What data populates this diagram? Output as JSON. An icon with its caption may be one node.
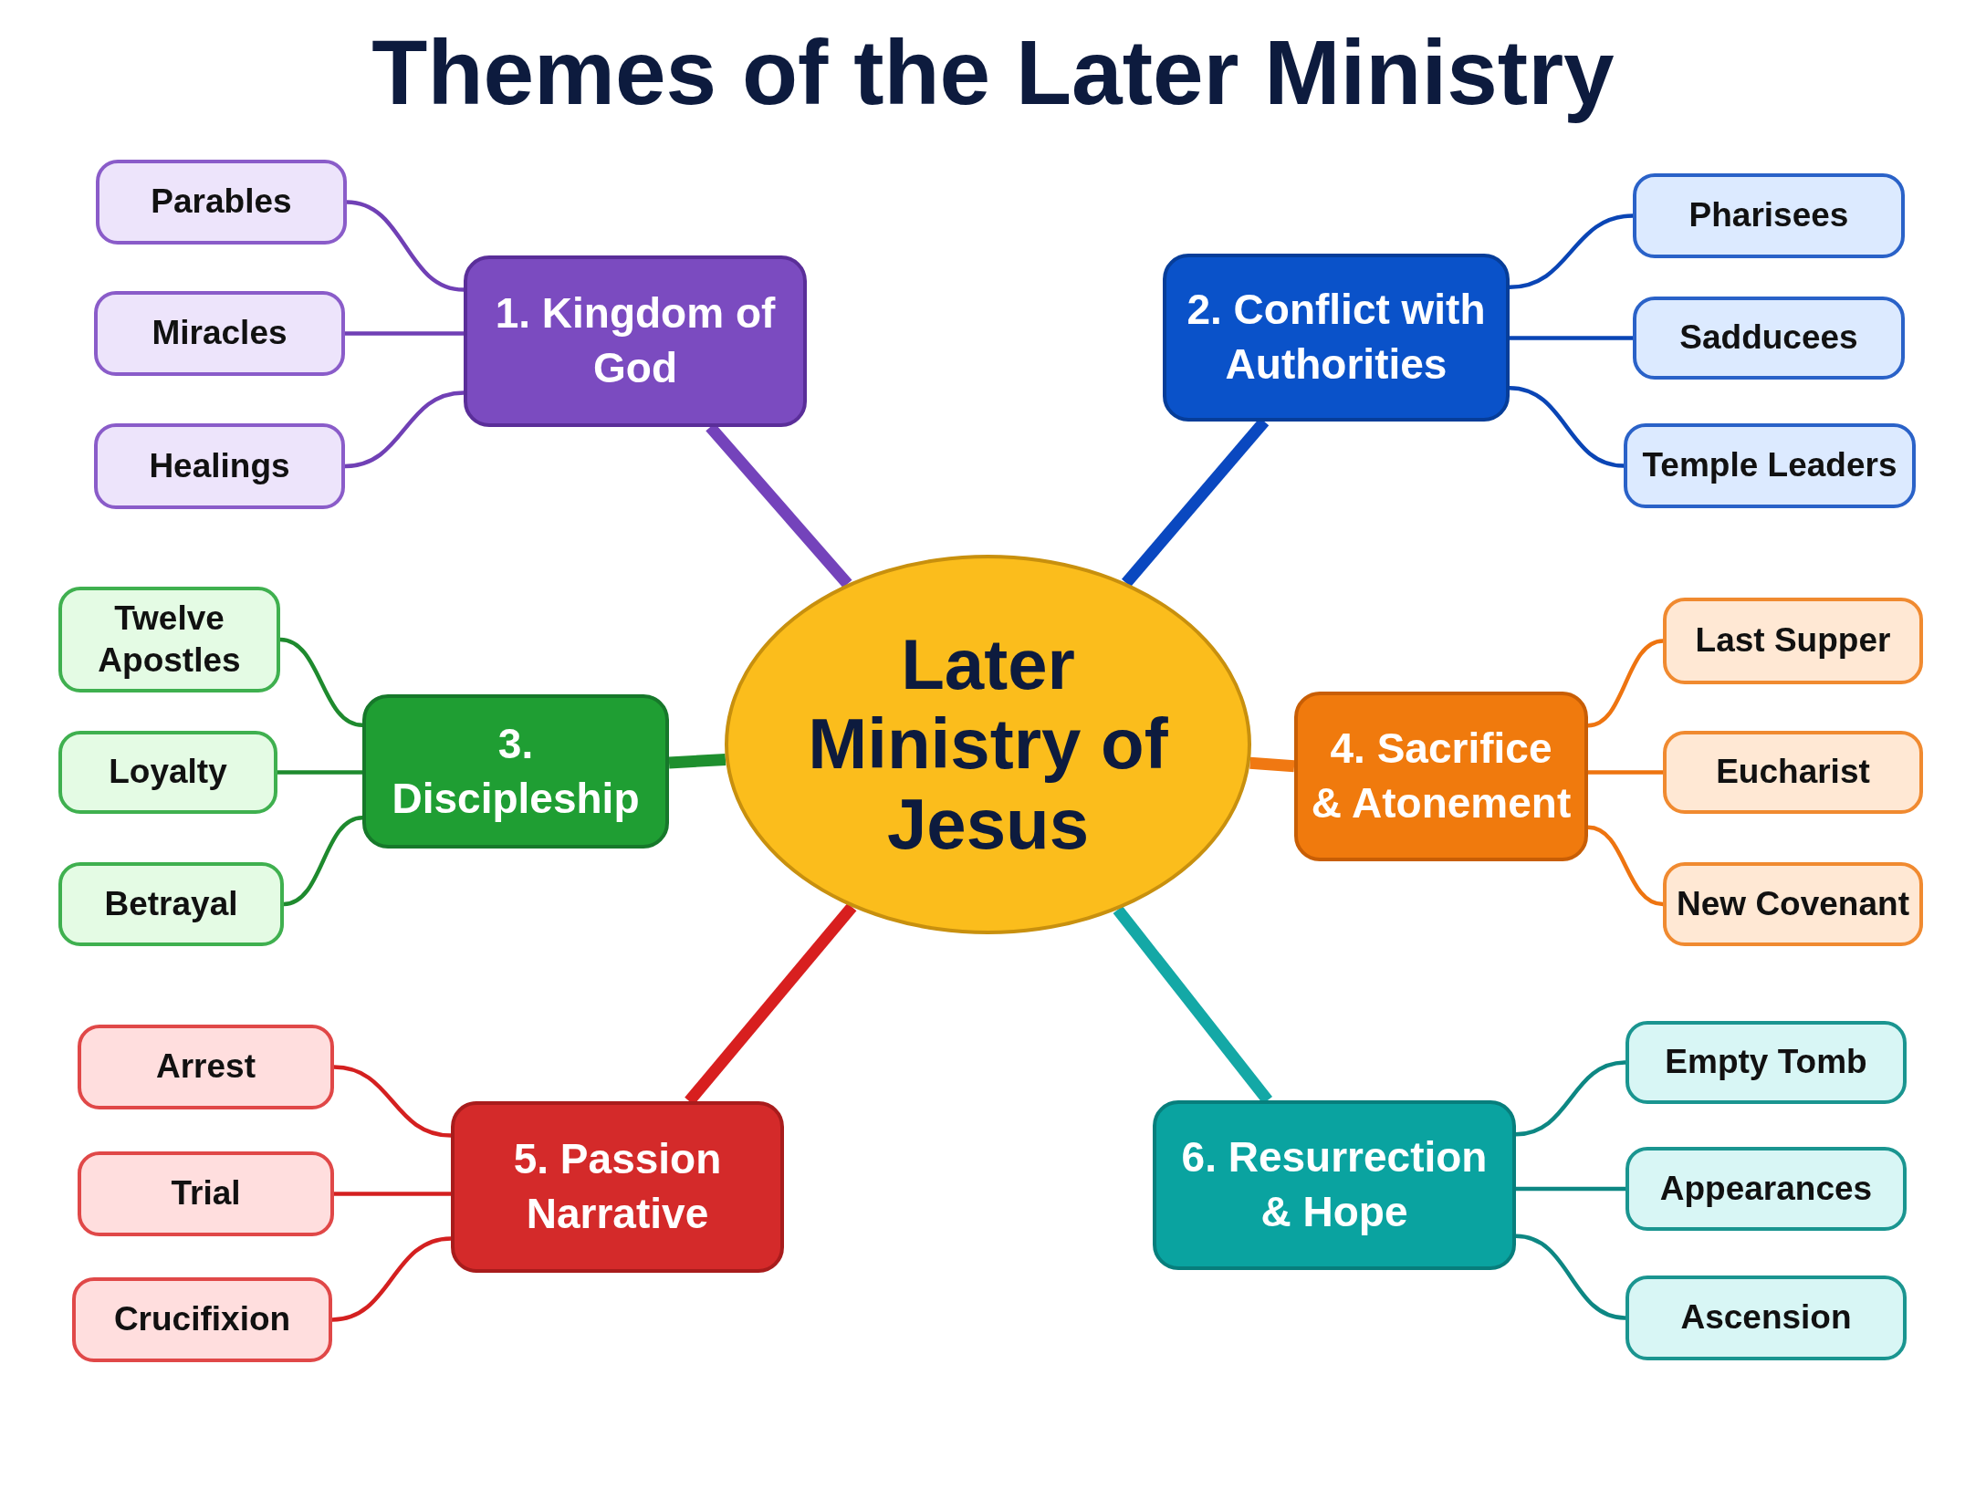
{
  "diagram": {
    "title": "Themes of the Later Ministry",
    "nodes": [
      {
        "text": [
          "Later Ministry of Jesus"
        ]
      },
      {
        "text": [
          "1. Kingdom of God"
        ]
      },
      {
        "text": [
          "2. Conflict with Authorities"
        ]
      },
      {
        "text": [
          "3. Discipleship"
        ]
      },
      {
        "text": [
          "4. Sacrifice & Atonement"
        ]
      },
      {
        "text": [
          "5. Passion Narrative"
        ]
      },
      {
        "text": [
          "6. Resurrection & Hope"
        ]
      },
      {
        "text": [
          "Parables"
        ]
      },
      {
        "text": [
          "Miracles"
        ]
      },
      {
        "text": [
          "Healings"
        ]
      },
      {
        "text": [
          "Pharisees"
        ]
      },
      {
        "text": [
          "Sadducees"
        ]
      },
      {
        "text": [
          "Temple Leaders"
        ]
      },
      {
        "text": [
          "Twelve Apostles"
        ]
      },
      {
        "text": [
          "Loyalty"
        ]
      },
      {
        "text": [
          "Betrayal"
        ]
      },
      {
        "text": [
          "Last Supper"
        ]
      },
      {
        "text": [
          "Eucharist"
        ]
      },
      {
        "text": [
          "New Covenant"
        ]
      },
      {
        "text": [
          "Arrest"
        ]
      },
      {
        "text": [
          "Trial"
        ]
      },
      {
        "text": [
          "Crucifixion"
        ]
      },
      {
        "text": [
          "Empty Tomb"
        ]
      },
      {
        "text": [
          "Appearances"
        ]
      },
      {
        "text": [
          "Ascension"
        ]
      }
    ],
    "edges": [
      {
        "from": 0,
        "to": 1,
        "arrow": "none",
        "style": "thick",
        "color": "#7443bb"
      },
      {
        "from": 0,
        "to": 2,
        "arrow": "none",
        "style": "thick",
        "color": "#0a48c0"
      },
      {
        "from": 0,
        "to": 3,
        "arrow": "none",
        "style": "thick",
        "color": "#1e8f2e"
      },
      {
        "from": 0,
        "to": 4,
        "arrow": "none",
        "style": "thick",
        "color": "#f07812"
      },
      {
        "from": 0,
        "to": 5,
        "arrow": "none",
        "style": "thick",
        "color": "#d81f1f"
      },
      {
        "from": 0,
        "to": 6,
        "arrow": "none",
        "style": "thick",
        "color": "#14a8a6"
      },
      {
        "from": 1,
        "to": 7,
        "arrow": "none",
        "color": "#7040b5"
      },
      {
        "from": 1,
        "to": 8,
        "arrow": "none",
        "color": "#7040b5"
      },
      {
        "from": 1,
        "to": 9,
        "arrow": "none",
        "color": "#7040b5"
      },
      {
        "from": 2,
        "to": 10,
        "arrow": "none",
        "color": "#0a45b5"
      },
      {
        "from": 2,
        "to": 11,
        "arrow": "none",
        "color": "#0a45b5"
      },
      {
        "from": 2,
        "to": 12,
        "arrow": "none",
        "color": "#0a45b5"
      },
      {
        "from": 3,
        "to": 13,
        "arrow": "none",
        "color": "#1e8a2e"
      },
      {
        "from": 3,
        "to": 14,
        "arrow": "none",
        "color": "#1e8a2e"
      },
      {
        "from": 3,
        "to": 15,
        "arrow": "none",
        "color": "#1e8a2e"
      },
      {
        "from": 4,
        "to": 16,
        "arrow": "none",
        "color": "#ee7410"
      },
      {
        "from": 4,
        "to": 17,
        "arrow": "none",
        "color": "#ee7410"
      },
      {
        "from": 4,
        "to": 18,
        "arrow": "none",
        "color": "#ee7410"
      },
      {
        "from": 5,
        "to": 19,
        "arrow": "none",
        "color": "#d42020"
      },
      {
        "from": 5,
        "to": 20,
        "arrow": "none",
        "color": "#d42020"
      },
      {
        "from": 5,
        "to": 21,
        "arrow": "none",
        "color": "#d42020"
      },
      {
        "from": 6,
        "to": 22,
        "arrow": "none",
        "color": "#0d8783"
      },
      {
        "from": 6,
        "to": 23,
        "arrow": "none",
        "color": "#0d8783"
      },
      {
        "from": 6,
        "to": 24,
        "arrow": "none",
        "color": "#0d8783"
      }
    ]
  }
}
